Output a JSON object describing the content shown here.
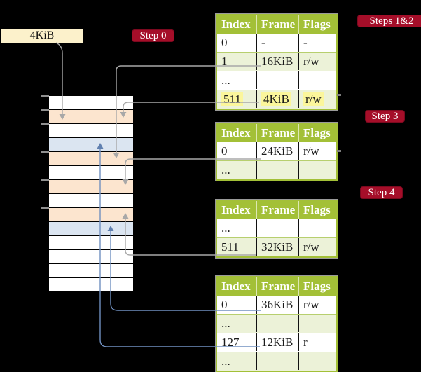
{
  "frame_pointer_box": {
    "label": "4KiB"
  },
  "step_badges": {
    "step0": "Step 0",
    "steps12": "Steps 1&2",
    "step3": "Step 3",
    "step4": "Step 4"
  },
  "table_headers": [
    "Index",
    "Frame",
    "Flags"
  ],
  "page_tables": [
    {
      "rows": [
        {
          "index": "0",
          "frame": "-",
          "flags": "-"
        },
        {
          "index": "1",
          "frame": "16KiB",
          "flags": "r/w"
        },
        {
          "index": "...",
          "frame": "",
          "flags": ""
        },
        {
          "index": "511",
          "frame": "4KiB",
          "flags": "r/w"
        }
      ]
    },
    {
      "rows": [
        {
          "index": "0",
          "frame": "24KiB",
          "flags": "r/w"
        },
        {
          "index": "...",
          "frame": "",
          "flags": ""
        }
      ]
    },
    {
      "rows": [
        {
          "index": "...",
          "frame": "",
          "flags": ""
        },
        {
          "index": "511",
          "frame": "32KiB",
          "flags": "r/w"
        }
      ]
    },
    {
      "rows": [
        {
          "index": "0",
          "frame": "36KiB",
          "flags": "r/w"
        },
        {
          "index": "...",
          "frame": "",
          "flags": ""
        },
        {
          "index": "127",
          "frame": "12KiB",
          "flags": "r"
        },
        {
          "index": "...",
          "frame": "",
          "flags": ""
        }
      ]
    }
  ],
  "physical_memory": {
    "cell_count": 14,
    "cell_tones": [
      "white",
      "peach",
      "white",
      "blue",
      "peach",
      "white",
      "peach",
      "white",
      "peach",
      "blue",
      "white",
      "white",
      "white",
      "white"
    ]
  },
  "colors": {
    "background": "#000000",
    "table_header_green": "#a3c037",
    "table_row_green": "#ecf2d8",
    "frame_peach": "#fce5cf",
    "frame_blue": "#dbe5f1",
    "pointer_box_cream": "#fcf1cb",
    "badge_red": "#a50e29",
    "highlight_yellow": "#fbf69b",
    "arrow_gray": "#a8a8a8",
    "arrow_blue": "#7090c0"
  }
}
